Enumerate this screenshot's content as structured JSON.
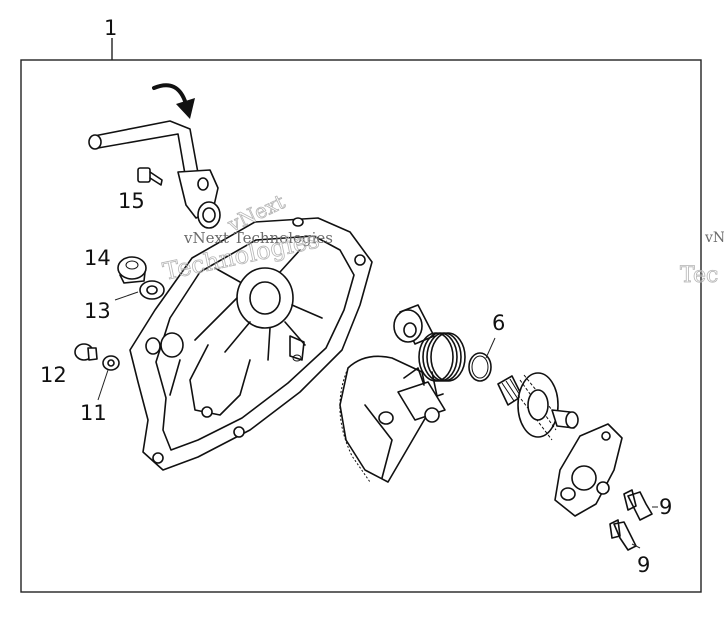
{
  "diagram": {
    "callouts": {
      "c1": "1",
      "c6": "6",
      "c9a": "9",
      "c9b": "9",
      "c11": "11",
      "c12": "12",
      "c13": "13",
      "c14": "14",
      "c15": "15"
    },
    "watermark": {
      "line1": "vNext Technologies",
      "outline_main": "Technologies",
      "outline_small": "vNext",
      "edge_text": "vN",
      "edge_outline": "Tec"
    }
  }
}
